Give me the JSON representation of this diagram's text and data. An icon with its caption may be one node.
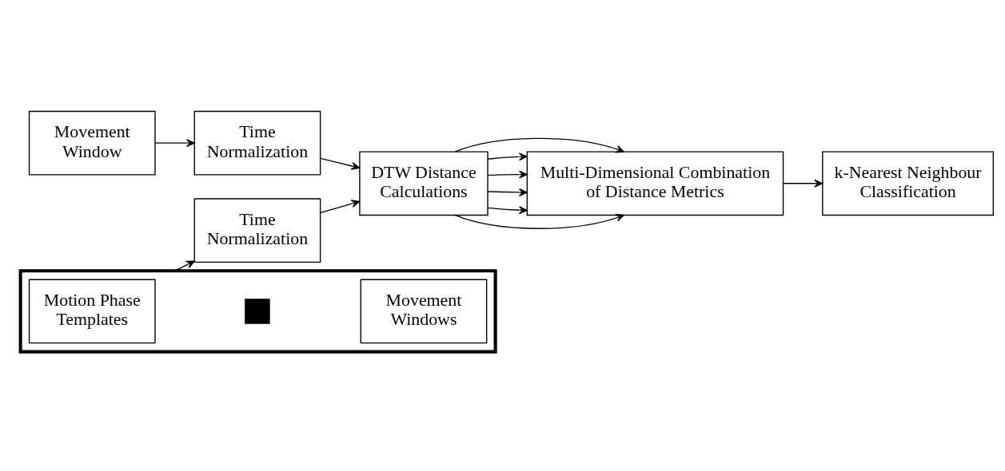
{
  "diagram": {
    "nodes": [
      {
        "text": [
          "Movement Window"
        ]
      },
      {
        "text": [
          "Time Normalization"
        ]
      },
      {
        "text": [],
        "shape": "box"
      },
      {
        "text": [
          "Motion Phase Templates"
        ],
        "in": 2
      },
      {
        "text": [],
        "shape": "plus",
        "in": 2
      },
      {
        "text": [
          "Movement Windows"
        ],
        "in": 2
      },
      {
        "text": [
          "Time Normalization"
        ]
      },
      {
        "text": [
          "DTW Distance Calculations"
        ]
      },
      {
        "text": [
          "Multi-Dimensional Combination of Distance Metrics"
        ]
      },
      {
        "text": [
          "k-Nearest Neighbour Classification"
        ]
      }
    ],
    "edges": [
      {
        "from": 0,
        "to": 1,
        "arrow": "to"
      },
      {
        "from": 1,
        "to": 7,
        "arrow": "to"
      },
      {
        "from": 2,
        "to": 6,
        "arrow": "to"
      },
      {
        "from": 6,
        "to": 7,
        "arrow": "to"
      },
      {
        "from": 7,
        "to": 8,
        "arrow": "to"
      },
      {
        "from": 7,
        "to": 8,
        "arrow": "to"
      },
      {
        "from": 7,
        "to": 8,
        "arrow": "to"
      },
      {
        "from": 7,
        "to": 8,
        "arrow": "to"
      },
      {
        "from": 7,
        "to": 8,
        "arrow": "to"
      },
      {
        "from": 7,
        "to": 8,
        "arrow": "to"
      },
      {
        "from": 8,
        "to": 9,
        "arrow": "to"
      }
    ]
  }
}
